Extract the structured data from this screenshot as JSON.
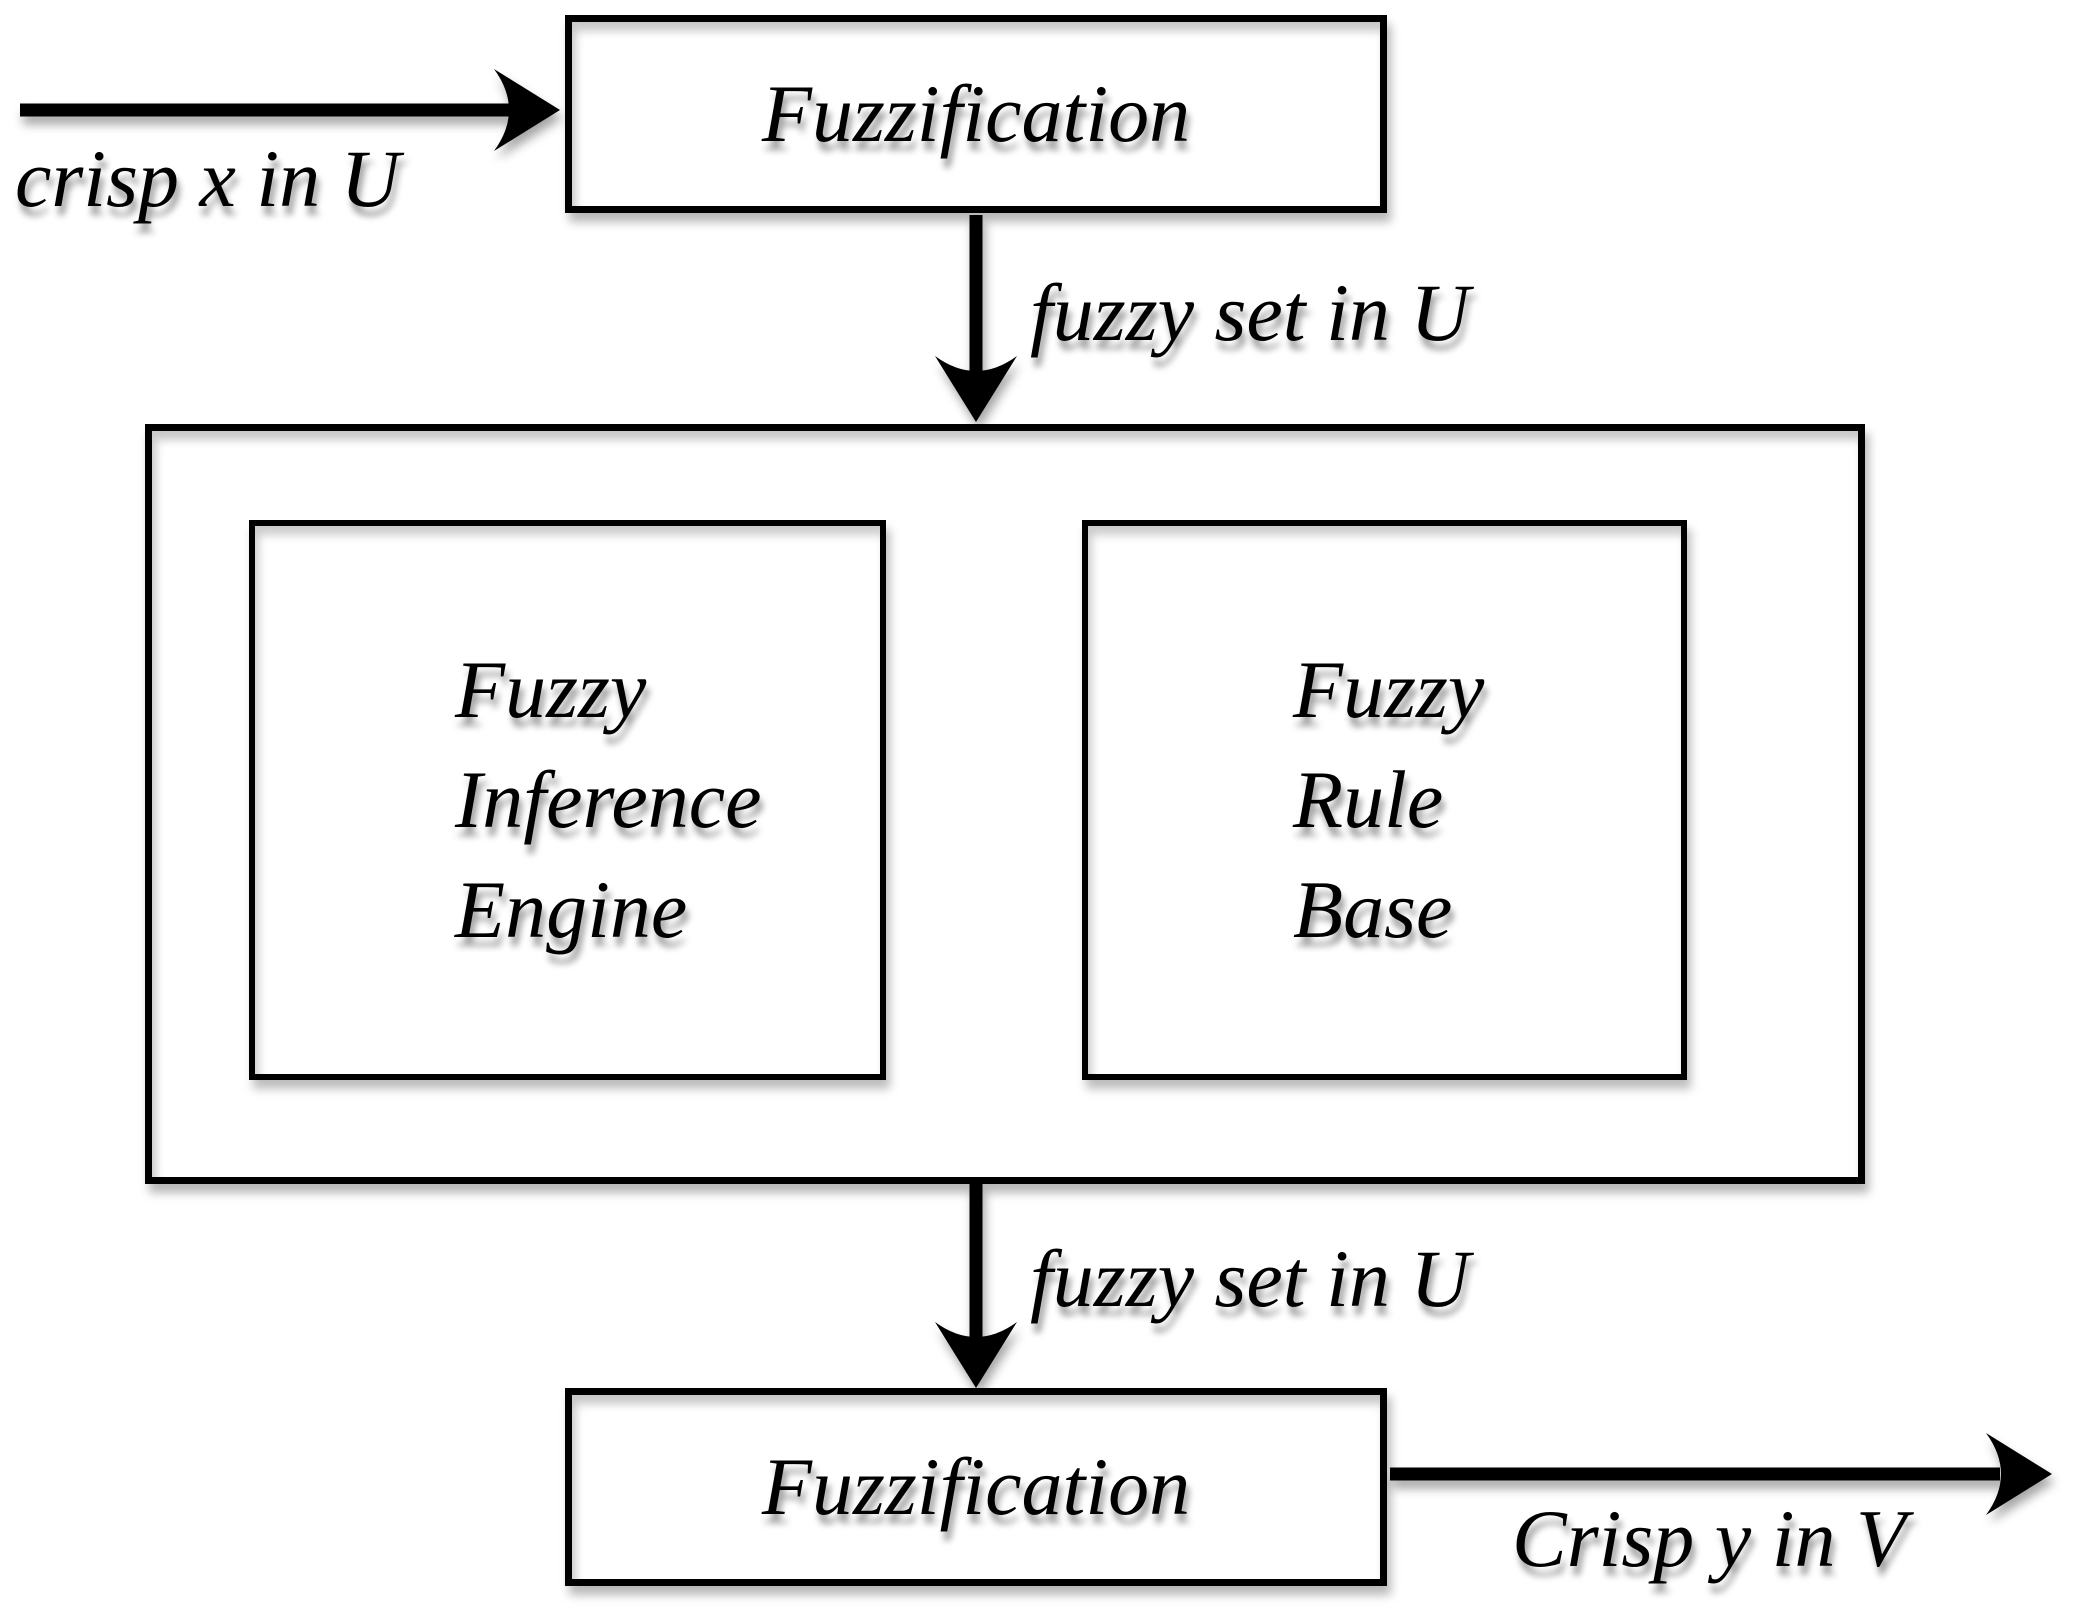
{
  "diagram": {
    "background": "#ffffff",
    "ink": "#000000",
    "nodes": {
      "fuzzification_top": {
        "label": "Fuzzification"
      },
      "inference_engine": {
        "lines": [
          "Fuzzy",
          "Inference",
          "Engine"
        ]
      },
      "rule_base": {
        "lines": [
          "Fuzzy",
          "Rule",
          "Base"
        ]
      },
      "fuzzification_bottom": {
        "label": "Fuzzification"
      }
    },
    "edges": {
      "input": {
        "label": "crisp x in U"
      },
      "to_engine": {
        "label": "fuzzy set in U"
      },
      "to_output": {
        "label": "fuzzy set in U"
      },
      "output": {
        "label": "Crisp y in V"
      }
    }
  }
}
